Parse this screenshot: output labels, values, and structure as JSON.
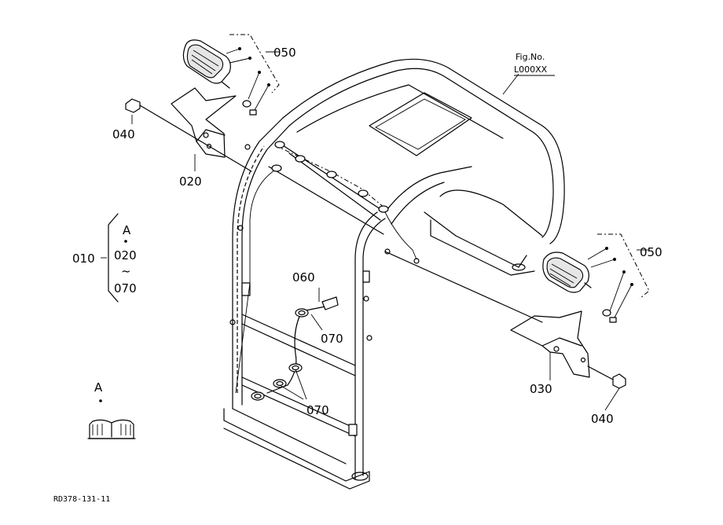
{
  "labels": {
    "p050_top": "050",
    "p040_left": "040",
    "p020": "020",
    "p010": "010",
    "groupA": "A",
    "group020": "020",
    "groupTilde": "~",
    "group070": "070",
    "p060": "060",
    "p070_upper": "070",
    "p070_lower": "070",
    "p050_right": "050",
    "p030": "030",
    "p040_right": "040",
    "fig_no_title": "Fig.No.",
    "fig_no_value": "L000XX",
    "legend_A": "A",
    "drawing_code": "RD378-131-11"
  },
  "icons": {
    "manual": "open-book-icon"
  }
}
